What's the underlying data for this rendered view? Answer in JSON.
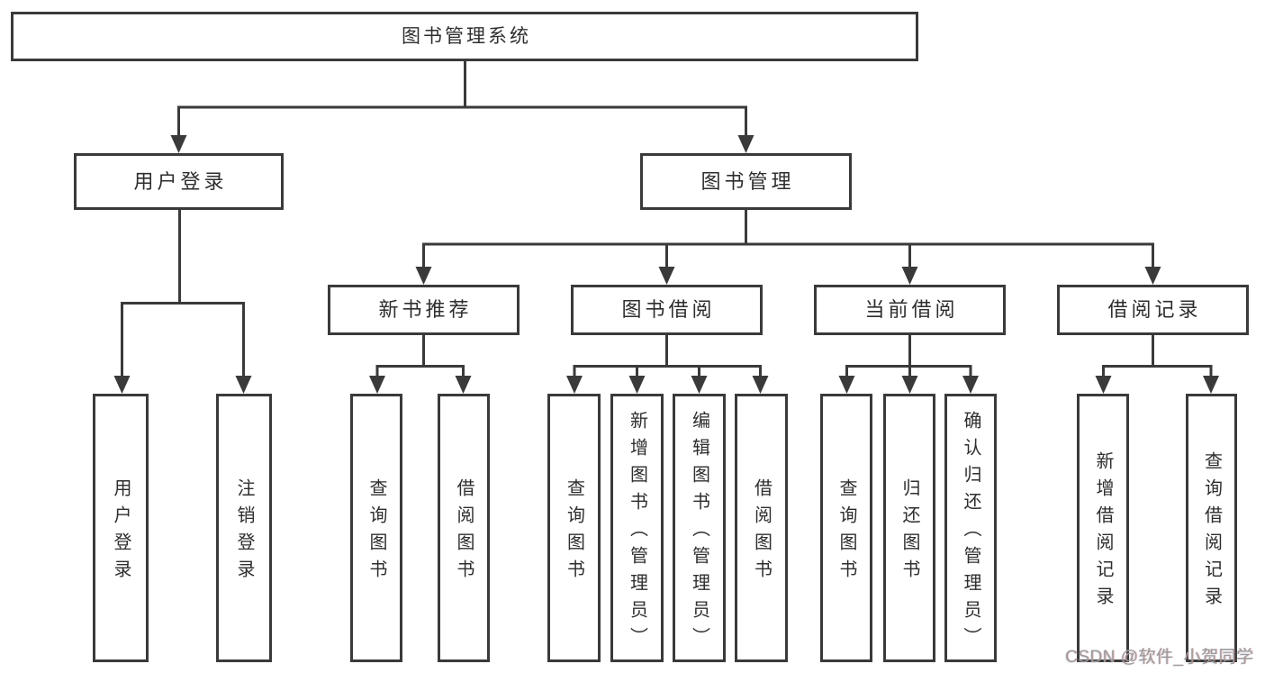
{
  "watermark": {
    "text": "CSDN @软件_小贺同学",
    "color": "#9b9b9b"
  },
  "colors": {
    "line": "#3a3a3a",
    "box_border": "#3a3a3a",
    "text": "#2e2e2e",
    "background": "#ffffff"
  },
  "tree": {
    "root": {
      "label": "图书管理系统"
    },
    "branches": [
      {
        "label": "用户登录",
        "children": [
          {
            "label": "用户登录"
          },
          {
            "label": "注销登录"
          }
        ]
      },
      {
        "label": "图书管理",
        "children": [
          {
            "label": "新书推荐",
            "children": [
              {
                "label": "查询图书"
              },
              {
                "label": "借阅图书"
              }
            ]
          },
          {
            "label": "图书借阅",
            "children": [
              {
                "label": "查询图书"
              },
              {
                "label": "新增图书（管理员）"
              },
              {
                "label": "编辑图书（管理员）"
              },
              {
                "label": "借阅图书"
              }
            ]
          },
          {
            "label": "当前借阅",
            "children": [
              {
                "label": "查询图书"
              },
              {
                "label": "归还图书"
              },
              {
                "label": "确认归还（管理员）"
              }
            ]
          },
          {
            "label": "借阅记录",
            "children": [
              {
                "label": "新增借阅记录"
              },
              {
                "label": "查询借阅记录"
              }
            ]
          }
        ]
      }
    ]
  }
}
